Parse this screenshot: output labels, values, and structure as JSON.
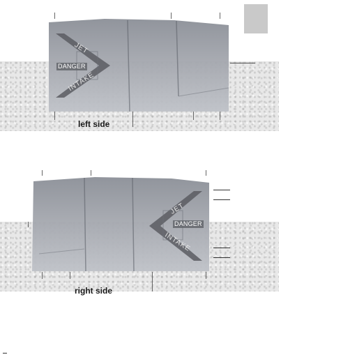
{
  "labels": {
    "left_caption": "left side",
    "right_caption": "right side"
  },
  "decals": {
    "left": {
      "top_word": "JET",
      "middle_word": "DANGER",
      "bottom_word": "INTAKE"
    },
    "right": {
      "top_word": "JET",
      "middle_word": "DANGER",
      "bottom_word": "INTAKE"
    }
  },
  "colors": {
    "background": "#ffffff",
    "concrete": "#e8e8e8",
    "panel_metal": "#a2a5ac",
    "arrow": "#5a5c62",
    "swatch": "#c9c9c9"
  }
}
